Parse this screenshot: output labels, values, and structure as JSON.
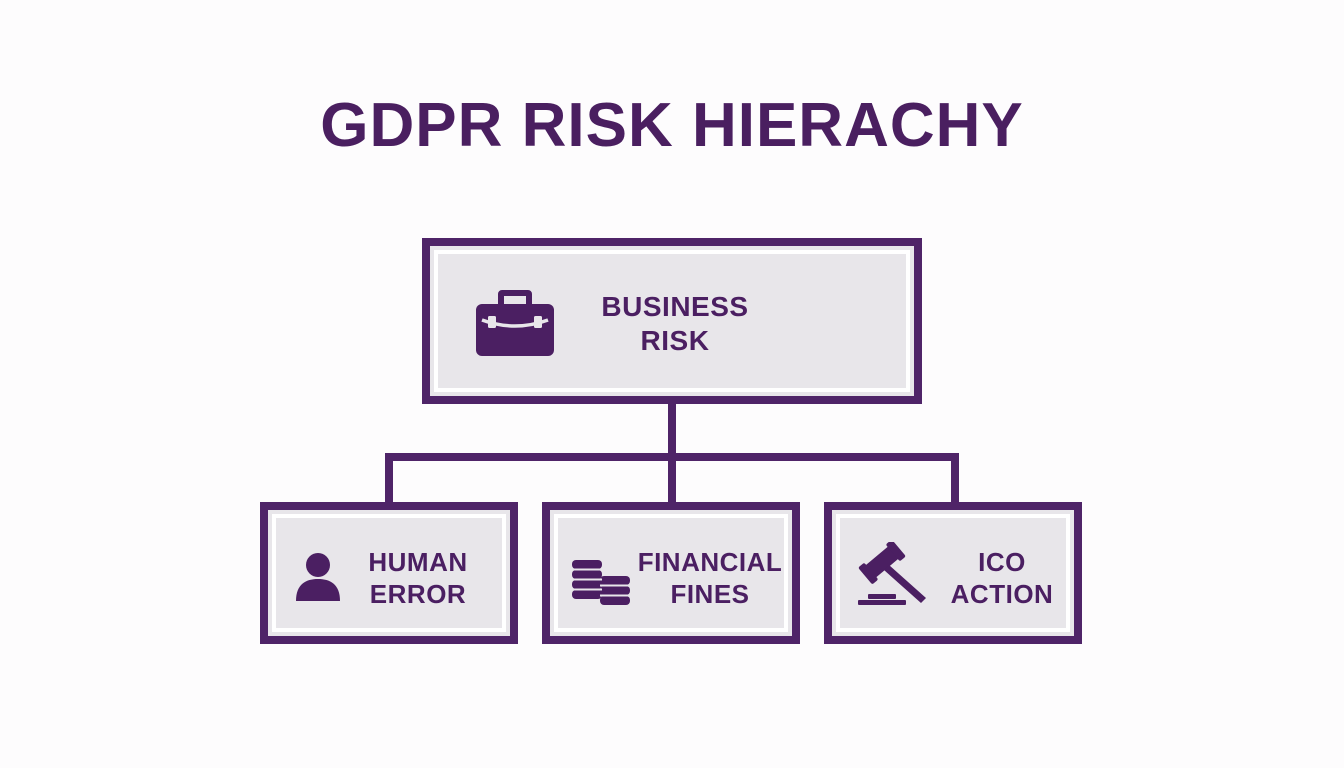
{
  "title": "GDPR RISK HIERACHY",
  "colors": {
    "accent": "#4f2468",
    "box_fill": "#e8e6ea",
    "background": "#fdfcfd"
  },
  "root": {
    "icon": "briefcase-icon",
    "label_lines": [
      "BUSINESS",
      "RISK"
    ]
  },
  "children": [
    {
      "icon": "person-icon",
      "label_lines": [
        "HUMAN",
        "ERROR"
      ]
    },
    {
      "icon": "coins-icon",
      "label_lines": [
        "FINANCIAL",
        "FINES"
      ]
    },
    {
      "icon": "gavel-icon",
      "label_lines": [
        "ICO",
        "ACTION"
      ]
    }
  ]
}
